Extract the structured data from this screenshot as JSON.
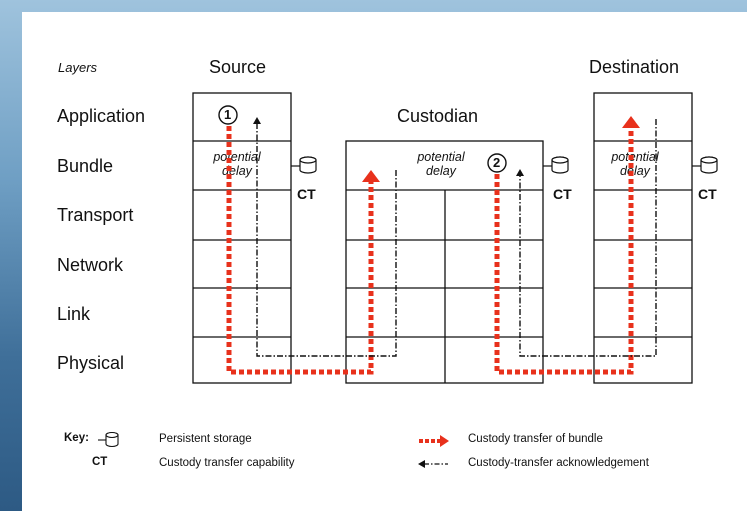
{
  "layers_header": "Layers",
  "layers": [
    "Application",
    "Bundle",
    "Transport",
    "Network",
    "Link",
    "Physical"
  ],
  "nodes": {
    "source": "Source",
    "custodian": "Custodian",
    "destination": "Destination"
  },
  "delay_label": [
    "potential",
    "delay"
  ],
  "ct_label": "CT",
  "markers": [
    "1",
    "2"
  ],
  "key": {
    "title": "Key:",
    "items": [
      {
        "symbol": "storage-icon",
        "text": "Persistent storage"
      },
      {
        "symbol": "CT",
        "text": "Custody transfer capability"
      },
      {
        "symbol": "red-dotted-arrow",
        "text": "Custody transfer of bundle"
      },
      {
        "symbol": "dash-dot-arrow",
        "text": "Custody-transfer acknowledgement"
      }
    ]
  },
  "colors": {
    "transfer": "#e8311c",
    "ack": "#111111",
    "background": "#4a7aa3"
  }
}
